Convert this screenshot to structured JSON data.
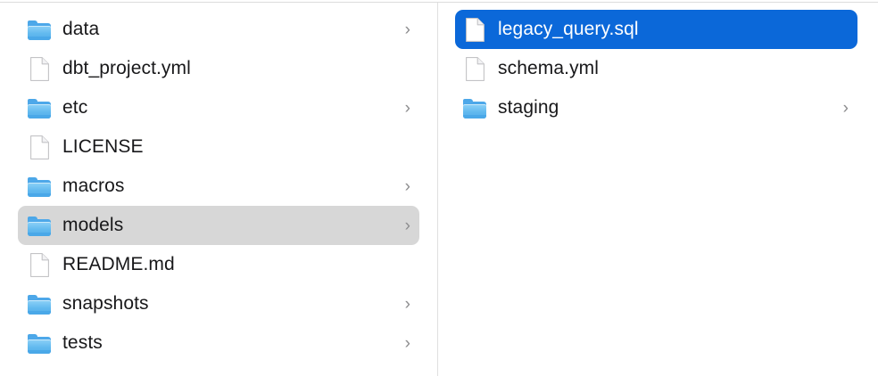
{
  "window": {
    "view": "column",
    "accent_selected_color": "#0b68d9",
    "inactive_selected_color": "#d7d7d7",
    "folder_icon_color": "#5bb4ec",
    "text_color": "#18181a",
    "divider_color": "#e0e0e0"
  },
  "columns": [
    {
      "name": "column-1",
      "items": [
        {
          "label": "data",
          "icon": "folder-icon",
          "kind": "folder",
          "chevron": true,
          "selected": "none"
        },
        {
          "label": "dbt_project.yml",
          "icon": "document-icon",
          "kind": "file",
          "chevron": false,
          "selected": "none"
        },
        {
          "label": "etc",
          "icon": "folder-icon",
          "kind": "folder",
          "chevron": true,
          "selected": "none"
        },
        {
          "label": "LICENSE",
          "icon": "document-icon",
          "kind": "file",
          "chevron": false,
          "selected": "none"
        },
        {
          "label": "macros",
          "icon": "folder-icon",
          "kind": "folder",
          "chevron": true,
          "selected": "none"
        },
        {
          "label": "models",
          "icon": "folder-icon",
          "kind": "folder",
          "chevron": true,
          "selected": "inactive"
        },
        {
          "label": "README.md",
          "icon": "document-icon",
          "kind": "file",
          "chevron": false,
          "selected": "none"
        },
        {
          "label": "snapshots",
          "icon": "folder-icon",
          "kind": "folder",
          "chevron": true,
          "selected": "none"
        },
        {
          "label": "tests",
          "icon": "folder-icon",
          "kind": "folder",
          "chevron": true,
          "selected": "none"
        }
      ]
    },
    {
      "name": "column-2",
      "items": [
        {
          "label": "legacy_query.sql",
          "icon": "document-icon",
          "kind": "file",
          "chevron": false,
          "selected": "active"
        },
        {
          "label": "schema.yml",
          "icon": "document-icon",
          "kind": "file",
          "chevron": false,
          "selected": "none"
        },
        {
          "label": "staging",
          "icon": "folder-icon",
          "kind": "folder",
          "chevron": true,
          "selected": "none"
        }
      ]
    }
  ],
  "glyphs": {
    "chevron_right": "›"
  }
}
